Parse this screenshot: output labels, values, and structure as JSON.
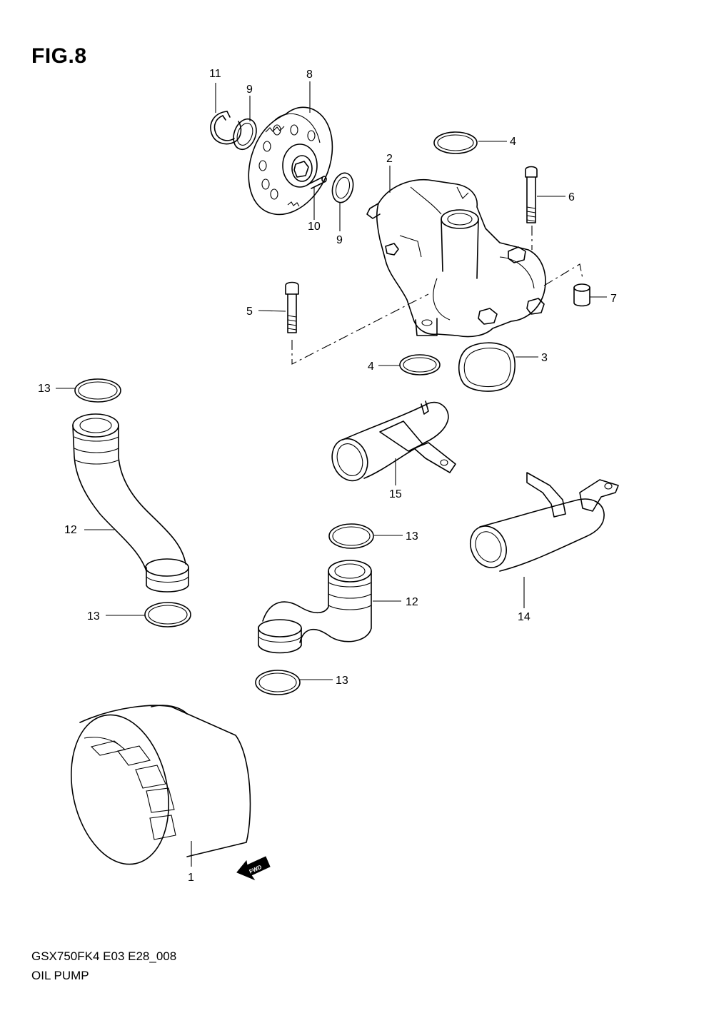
{
  "figure": {
    "title": "FIG.8",
    "model_code": "GSX750FK4 E03 E28_008",
    "name": "OIL PUMP"
  },
  "callouts": {
    "c1": "1",
    "c2": "2",
    "c3": "3",
    "c4a": "4",
    "c4b": "4",
    "c5": "5",
    "c6": "6",
    "c7": "7",
    "c8": "8",
    "c9a": "9",
    "c9b": "9",
    "c10": "10",
    "c11": "11",
    "c12a": "12",
    "c12b": "12",
    "c13a": "13",
    "c13b": "13",
    "c13c": "13",
    "c13d": "13",
    "c14": "14",
    "c15": "15"
  },
  "fwd_arrow": {
    "label": "FWD"
  }
}
